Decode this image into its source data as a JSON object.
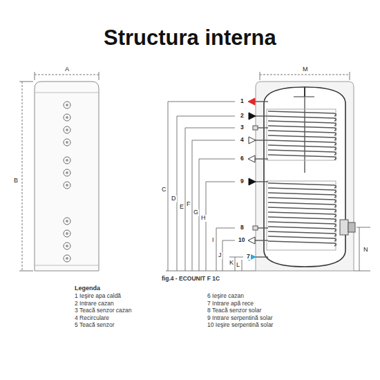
{
  "diagram": {
    "title": "Structura interna",
    "caption": "fig.4 - ECOUNIT F 1C",
    "labels": [
      "A",
      "B",
      "M",
      "1",
      "2",
      "3",
      "4",
      "6",
      "9",
      "8",
      "10",
      "7",
      "C",
      "D",
      "E",
      "F",
      "G",
      "H",
      "I",
      "J",
      "K",
      "L",
      "N",
      "Legenda"
    ],
    "legend": [
      {
        "text": "1 Ieşire apa caldă"
      },
      {
        "text": "2 Intrare cazan"
      },
      {
        "text": "3 Teacă senzor cazan"
      },
      {
        "text": "4 Recirculare"
      },
      {
        "text": "5 Teacă senzor"
      },
      {
        "text": "6 Ieşire cazan"
      },
      {
        "text": "7 Intrare apă rece"
      },
      {
        "text": "8 Teacă senzor solar"
      },
      {
        "text": "9 Intrare serpentină solar"
      },
      {
        "text": "10 Ieşire serpentină solar"
      }
    ]
  }
}
